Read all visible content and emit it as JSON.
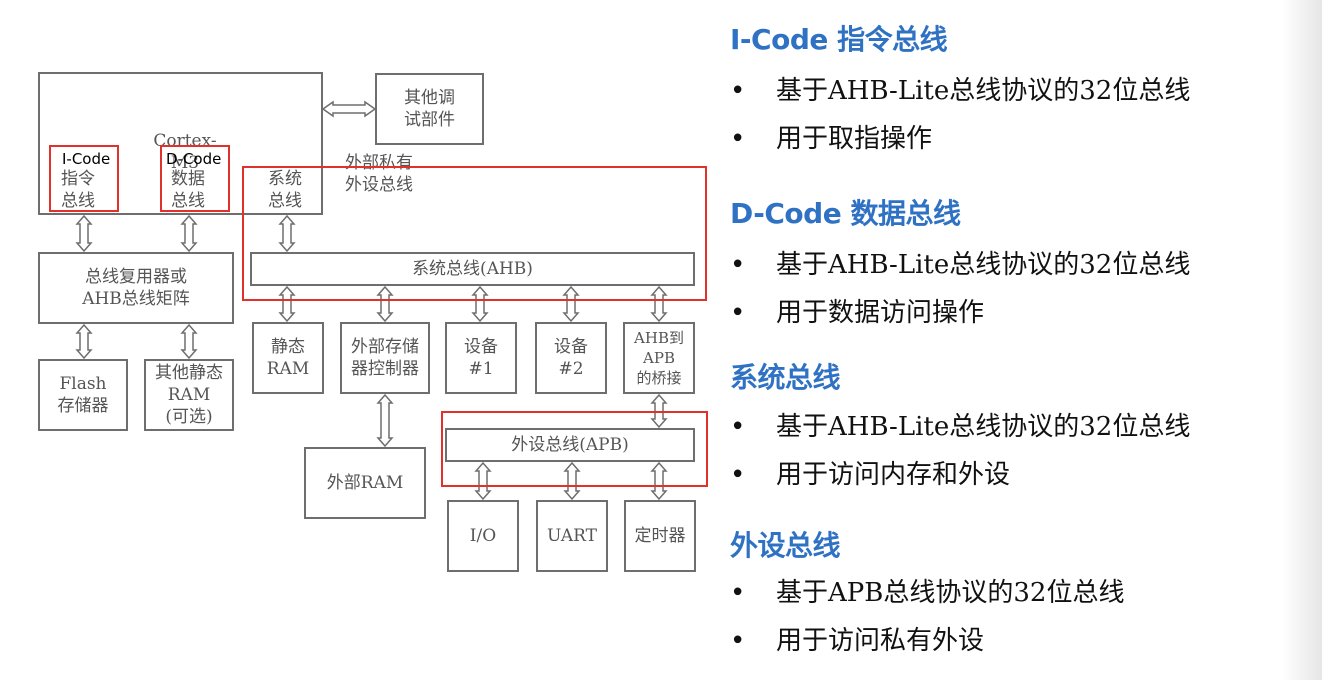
{
  "diagram": {
    "cpu_label": "Cortex-M3",
    "debug_box": "其他调\n试部件",
    "private_bus_label": "外部私有\n外设总线",
    "icode_tag": "I-Code",
    "icode_bus": "指令\n总线",
    "dcode_tag": "D-Code",
    "dcode_bus": "数据\n总线",
    "system_bus": "系统\n总线",
    "ahb_bar": "系统总线(AHB)",
    "mux_box": "总线复用器或\nAHB总线矩阵",
    "flash_box": "Flash\n存储器",
    "sram_opt_box": "其他静态\nRAM\n(可选)",
    "sram_box": "静态\nRAM",
    "ext_mem_ctrl_box": "外部存储\n器控制器",
    "device1_box": "设备\n#1",
    "device2_box": "设备\n#2",
    "bridge_box": "AHB到\nAPB\n的桥接",
    "apb_bar": "外设总线(APB)",
    "ext_ram_box": "外部RAM",
    "io_box": "I/O",
    "uart_box": "UART",
    "timer_box": "定时器",
    "highlight_color": "#e0312a"
  },
  "panel": {
    "accent_color": "#2f72c4",
    "bullet_char": "•",
    "sections": [
      {
        "title": "I-Code 指令总线",
        "bullets": [
          "基于AHB-Lite总线协议的32位总线",
          "用于取指操作"
        ]
      },
      {
        "title": "D-Code 数据总线",
        "bullets": [
          "基于AHB-Lite总线协议的32位总线",
          "用于数据访问操作"
        ]
      },
      {
        "title": "系统总线",
        "bullets": [
          "基于AHB-Lite总线协议的32位总线",
          "用于访问内存和外设"
        ]
      },
      {
        "title": "外设总线",
        "bullets": [
          "基于APB总线协议的32位总线",
          "用于访问私有外设"
        ]
      }
    ]
  }
}
